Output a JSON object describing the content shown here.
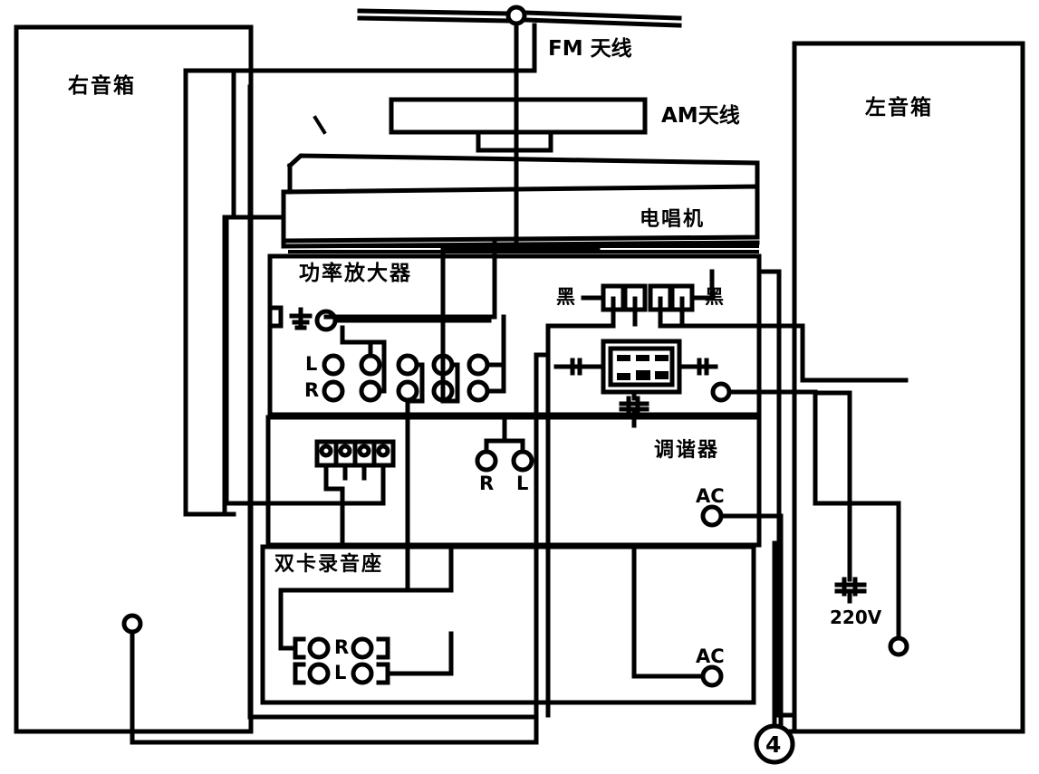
{
  "diagram": {
    "figure_number": "4",
    "title_components": {
      "right_speaker": "右音箱",
      "left_speaker": "左音箱",
      "fm_antenna": "FM 天线",
      "am_antenna": "AM天线",
      "turntable": "电唱机",
      "power_amplifier": "功率放大器",
      "tuner": "调谐器",
      "dual_cassette_deck": "双卡录音座"
    },
    "labels": {
      "black_left": "黑",
      "black_right": "黑",
      "mains_voltage": "220V",
      "ac_tuner": "AC",
      "ac_deck": "AC",
      "amp_out_l": "L",
      "amp_out_r": "R",
      "rec_r": "R",
      "rec_l": "L",
      "deck_r_top": "R",
      "deck_l_bottom": "L",
      "deck_o_left_top": "O",
      "deck_o_right_top": "O",
      "deck_o_left_bottom": "O",
      "deck_o_right_bottom": "O"
    },
    "colors": {
      "ink": "#000000",
      "paper": "#ffffff"
    }
  }
}
